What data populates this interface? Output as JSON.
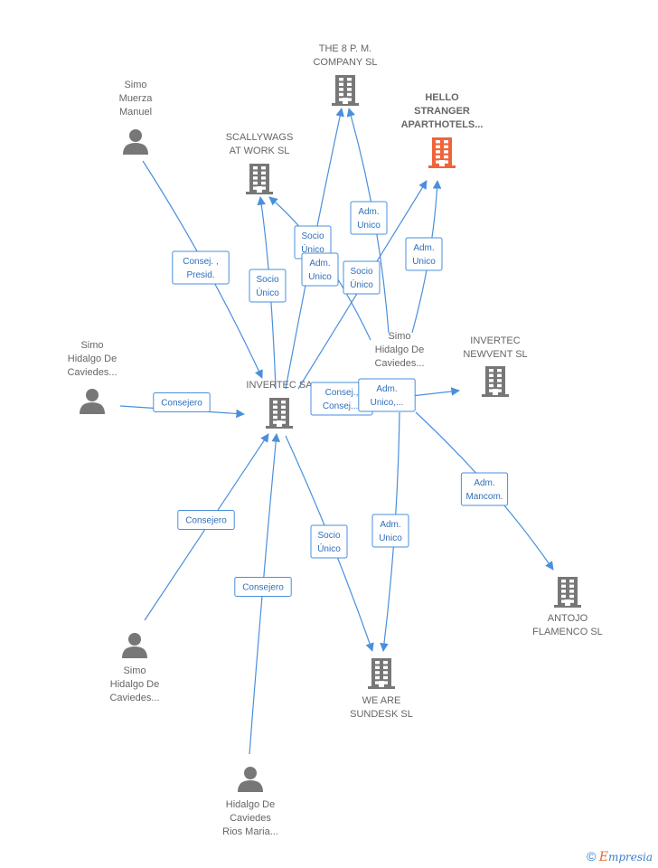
{
  "nodes": [
    {
      "id": "the8pm",
      "kind": "company",
      "label": [
        "THE 8 P. M.",
        "COMPANY  SL"
      ],
      "highlight": false
    },
    {
      "id": "hello",
      "kind": "company",
      "label": [
        "HELLO",
        "STRANGER",
        "APARTHOTELS..."
      ],
      "highlight": true
    },
    {
      "id": "simo_muerza",
      "kind": "person",
      "label": [
        "Simo",
        "Muerza",
        "Manuel"
      ],
      "highlight": false
    },
    {
      "id": "scallywags",
      "kind": "company",
      "label": [
        "SCALLYWAGS",
        "AT WORK  SL"
      ],
      "highlight": false
    },
    {
      "id": "simo_hidalgo_left",
      "kind": "person",
      "label": [
        "Simo",
        "Hidalgo De",
        "Caviedes..."
      ],
      "highlight": false
    },
    {
      "id": "invertec",
      "kind": "company",
      "label": [
        "INVERTEC SA"
      ],
      "highlight": false
    },
    {
      "id": "simo_hidalgo_mid",
      "kind": "person",
      "label": [
        "Simo",
        "Hidalgo De",
        "Caviedes..."
      ],
      "highlight": false
    },
    {
      "id": "newvent",
      "kind": "company",
      "label": [
        "INVERTEC",
        "NEWVENT  SL"
      ],
      "highlight": false
    },
    {
      "id": "antojo",
      "kind": "company",
      "label": [
        "ANTOJO",
        "FLAMENCO  SL"
      ],
      "highlight": false
    },
    {
      "id": "wearesundesk",
      "kind": "company",
      "label": [
        "WE ARE",
        "SUNDESK  SL"
      ],
      "highlight": false
    },
    {
      "id": "simo_hidalgo_bottom",
      "kind": "person",
      "label": [
        "Simo",
        "Hidalgo De",
        "Caviedes..."
      ],
      "highlight": false
    },
    {
      "id": "hidalgo_rios",
      "kind": "person",
      "label": [
        "Hidalgo De",
        "Caviedes",
        "Rios Maria..."
      ],
      "highlight": false
    }
  ],
  "edges": [
    {
      "from": "simo_muerza",
      "to": "invertec",
      "label": [
        "Consej. ,",
        "Presid."
      ]
    },
    {
      "from": "simo_hidalgo_left",
      "to": "invertec",
      "label": [
        "Consejero"
      ]
    },
    {
      "from": "invertec",
      "to": "scallywags",
      "label": [
        "Socio",
        "Único"
      ]
    },
    {
      "from": "invertec",
      "to": "the8pm",
      "label": [
        "Socio",
        "Único"
      ]
    },
    {
      "from": "invertec",
      "to": "hello",
      "label": [
        "Socio",
        "Único"
      ]
    },
    {
      "from": "simo_hidalgo_mid",
      "to": "the8pm",
      "label": [
        "Adm.",
        "Unico"
      ]
    },
    {
      "from": "simo_hidalgo_mid",
      "to": "hello",
      "label": [
        "Adm.",
        "Unico"
      ]
    },
    {
      "from": "simo_hidalgo_mid",
      "to": "scallywags",
      "label": [
        "Adm.",
        "Unico"
      ]
    },
    {
      "from": "simo_hidalgo_mid",
      "to": "invertec",
      "label": [
        "Consej.,",
        "Consej...."
      ]
    },
    {
      "from": "simo_hidalgo_mid",
      "to": "newvent",
      "label": [
        "Adm.",
        "Unico,..."
      ]
    },
    {
      "from": "simo_hidalgo_mid",
      "to": "antojo",
      "label": [
        "Adm.",
        "Mancom."
      ]
    },
    {
      "from": "simo_hidalgo_mid",
      "to": "wearesundesk",
      "label": [
        "Adm.",
        "Unico"
      ]
    },
    {
      "from": "invertec",
      "to": "wearesundesk",
      "label": [
        "Socio",
        "Único"
      ]
    },
    {
      "from": "simo_hidalgo_bottom",
      "to": "invertec",
      "label": [
        "Consejero"
      ]
    },
    {
      "from": "hidalgo_rios",
      "to": "invertec",
      "label": [
        "Consejero"
      ]
    }
  ],
  "brand": {
    "copyright": "©",
    "first_letter": "E",
    "rest": "mpresia"
  },
  "colors": {
    "edge": "#4a8fdc",
    "node": "#777777",
    "highlight": "#f0643a",
    "label": "#666666"
  }
}
